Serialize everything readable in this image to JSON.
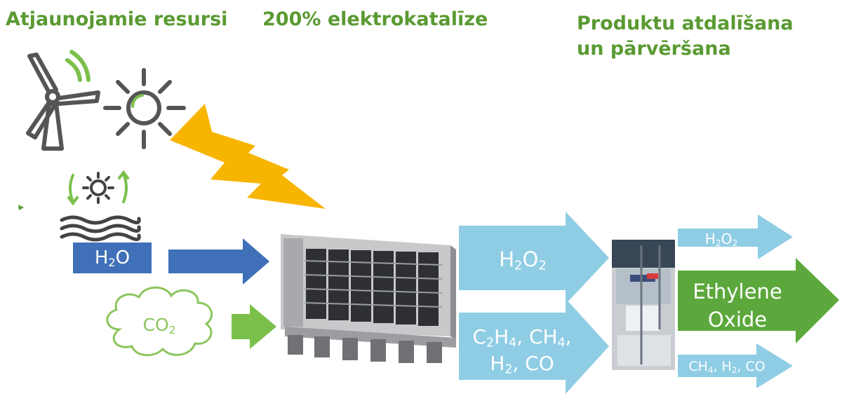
{
  "headings": {
    "renewable": "Atjaunojamie resursi",
    "electrocatalysis": "200% elektrokatalīze",
    "separation_line1": "Produktu atdalīšana",
    "separation_line2": "un pārvēršana"
  },
  "inputs": {
    "water": {
      "pre": "H",
      "sub": "2",
      "post": "O"
    },
    "carbon_dioxide": {
      "pre": "CO",
      "sub": "2"
    }
  },
  "outputs": {
    "peroxide": {
      "a": "H",
      "s1": "2",
      "b": "O",
      "s2": "2"
    },
    "gases": {
      "a": "C",
      "s1": "2",
      "b": "H",
      "s2": "4",
      "c": ", CH",
      "s3": "4",
      "d": ",",
      "e": "H",
      "s4": "2",
      "f": ", CO"
    }
  },
  "products": {
    "peroxide_small": {
      "a": "H",
      "s1": "2",
      "b": "O",
      "s2": "2"
    },
    "ethylene_oxide_line1": "Ethylene",
    "ethylene_oxide_line2": "Oxide",
    "gases_small": {
      "a": "CH",
      "s1": "4",
      "b": ", H",
      "s2": "2",
      "c": ", CO"
    }
  },
  "icons": [
    "wind-turbine-icon",
    "sun-icon",
    "lightning-bolt-icon",
    "water-cycle-icon",
    "cloud-icon",
    "electrolyzer-stack-image",
    "lab-setup-image"
  ],
  "colors": {
    "heading_green": "#5a9a32",
    "water_blue": "#3f70b8",
    "co2_green": "#7cc04c",
    "product_light_blue": "#8fcde4",
    "ethylene_green": "#5ca83c",
    "bolt_yellow": "#f7b500",
    "icon_gray": "#555555"
  }
}
